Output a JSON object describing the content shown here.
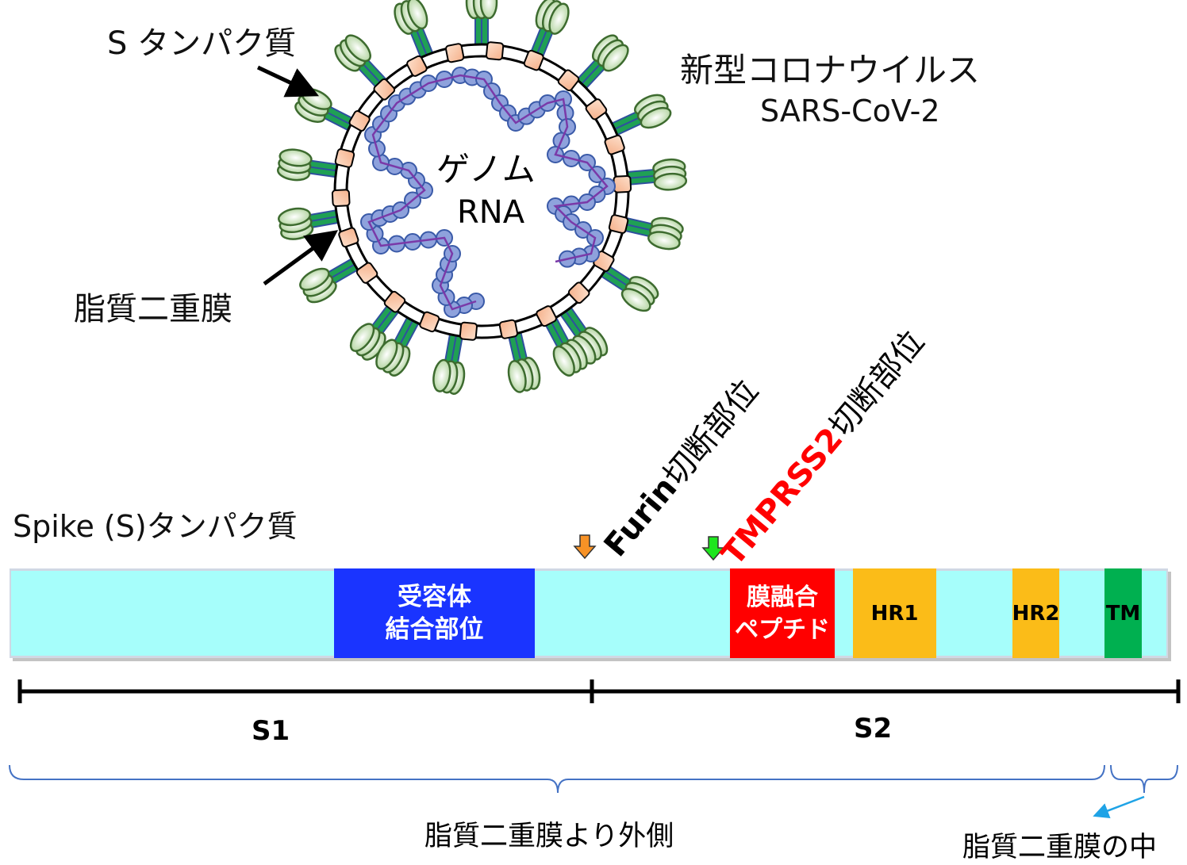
{
  "virus": {
    "title": "新型コロナウイルス",
    "subtitle": "SARS-CoV-2",
    "spike_label": "S タンパク質",
    "membrane_label": "脂質二重膜",
    "genome_label": "ゲノム",
    "rna_label": "RNA"
  },
  "protein": {
    "title": "Spike (S)タンパク質",
    "furin_label_a": "Furin",
    "furin_label_b": "切断部位",
    "tmprss2_label_a": "TMPRSS2",
    "tmprss2_label_b": "切断部位",
    "segments": {
      "rbd_line1": "受容体",
      "rbd_line2": "結合部位",
      "fp_line1": "膜融合",
      "fp_line2": "ペプチド",
      "hr1": "HR1",
      "hr2": "HR2",
      "tm": "TM"
    },
    "s1": "S1",
    "s2": "S2",
    "outside_label": "脂質二重膜より外側",
    "inside_label": "脂質二重膜の中"
  },
  "colors": {
    "base": "#a6fefb",
    "rbd": "#1a34ff",
    "fusion_peptide": "#ff0000",
    "hr": "#fbbc18",
    "tm": "#00b050",
    "furin_arrow": "#f79226",
    "tmprss2_arrow": "#1ee61e",
    "brace": "#4472c4"
  }
}
